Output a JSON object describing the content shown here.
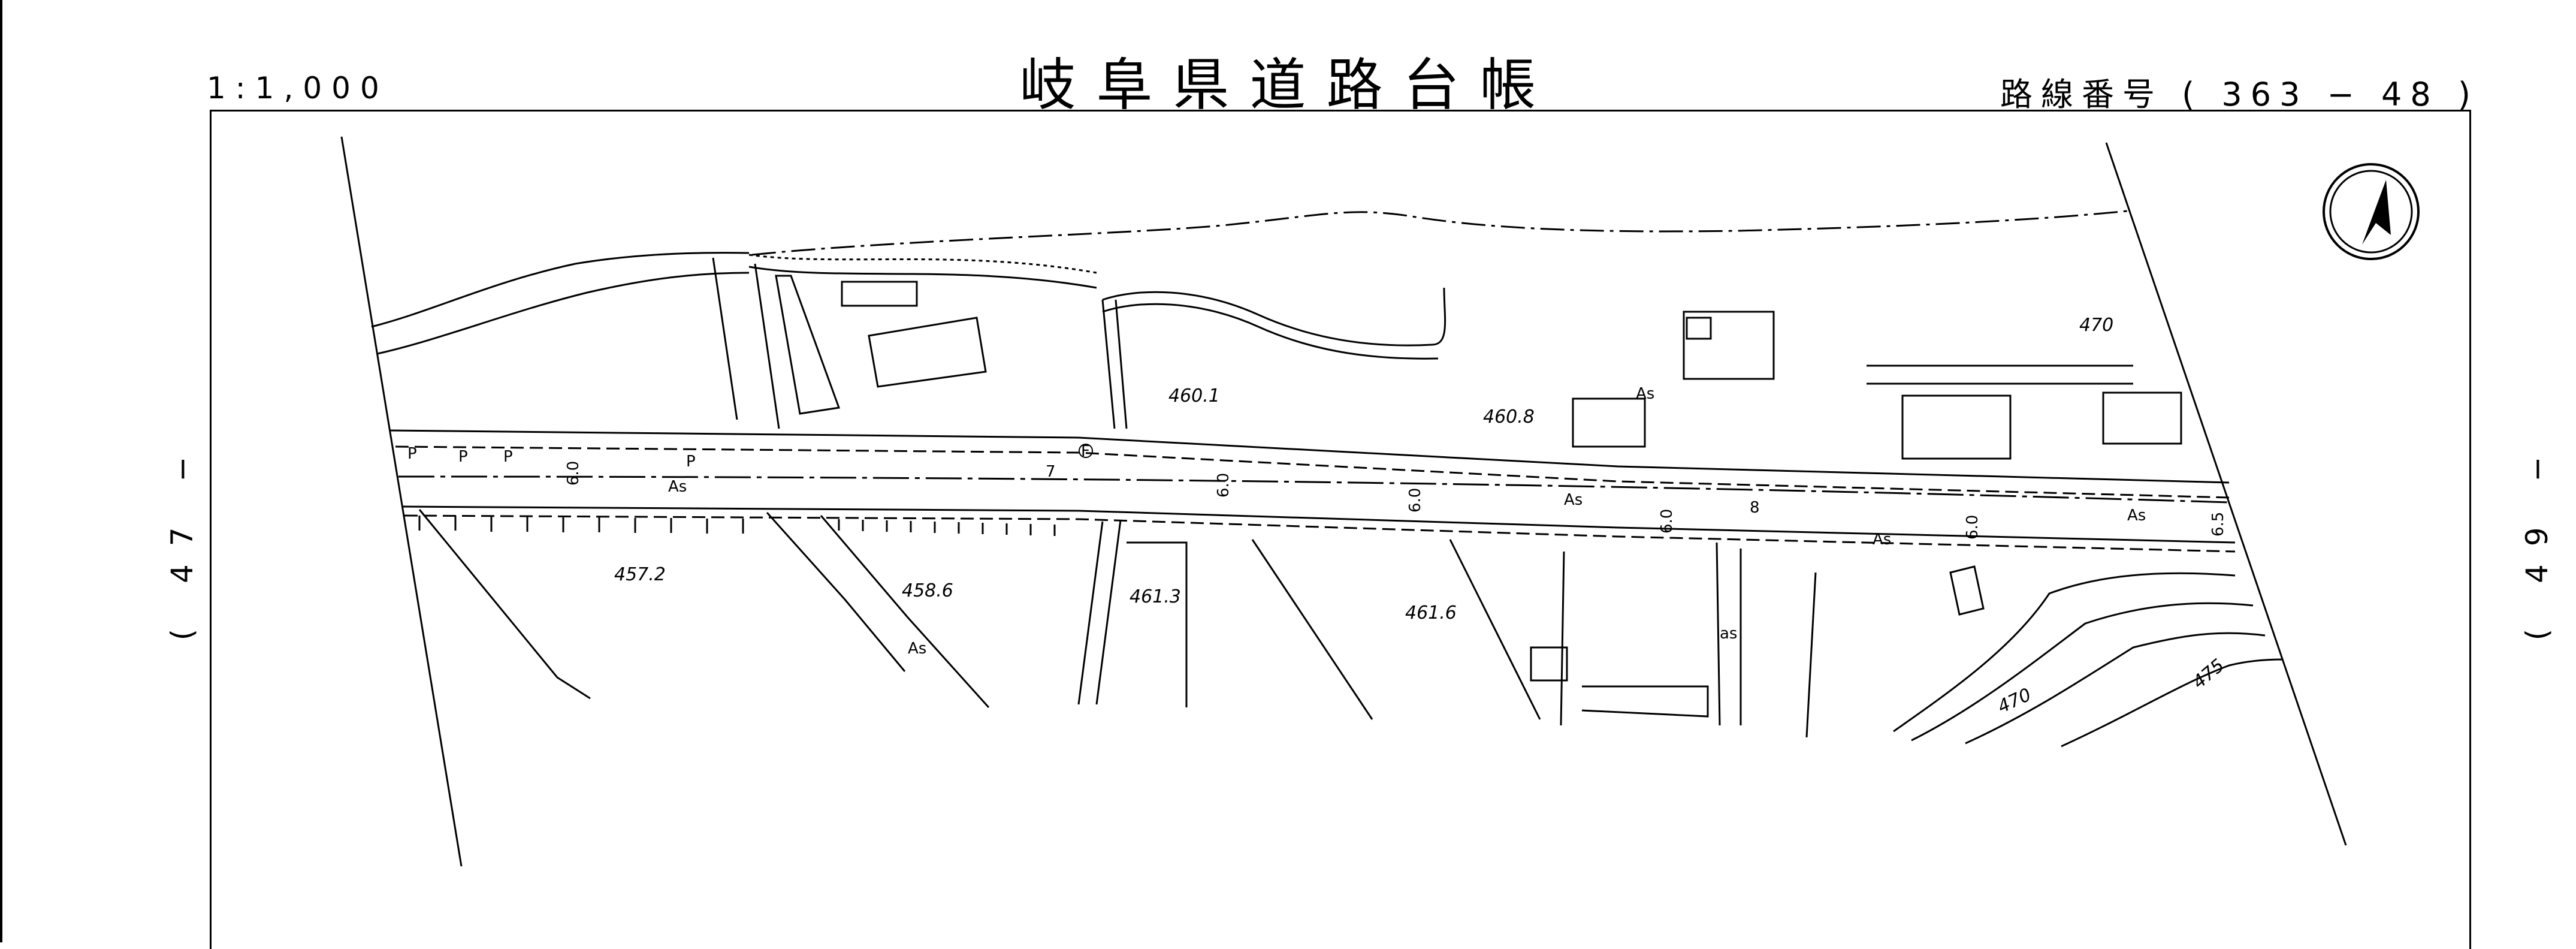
{
  "header": {
    "title": "岐阜県道路台帳",
    "scale": "1:1,000",
    "route_number": "路線番号 ( 363 − 48 )"
  },
  "adjacent_sheets": {
    "left": "( 47 −",
    "right": "( 49 −"
  },
  "map": {
    "road_surface": "As",
    "road_surface_alt": "as",
    "stations": [
      "7",
      "8"
    ],
    "road_widths": [
      "6.0",
      "6.0",
      "6.0",
      "6.0",
      "6.0",
      "6.5"
    ],
    "elevations": [
      "460.1",
      "460.8",
      "457.2",
      "458.6",
      "461.3",
      "461.6"
    ],
    "contours": [
      "470",
      "470",
      "475"
    ],
    "parking_marks": [
      "P",
      "P",
      "P",
      "P"
    ],
    "hydrant_mark": "F",
    "north_arrow": "north-arrow-icon"
  }
}
